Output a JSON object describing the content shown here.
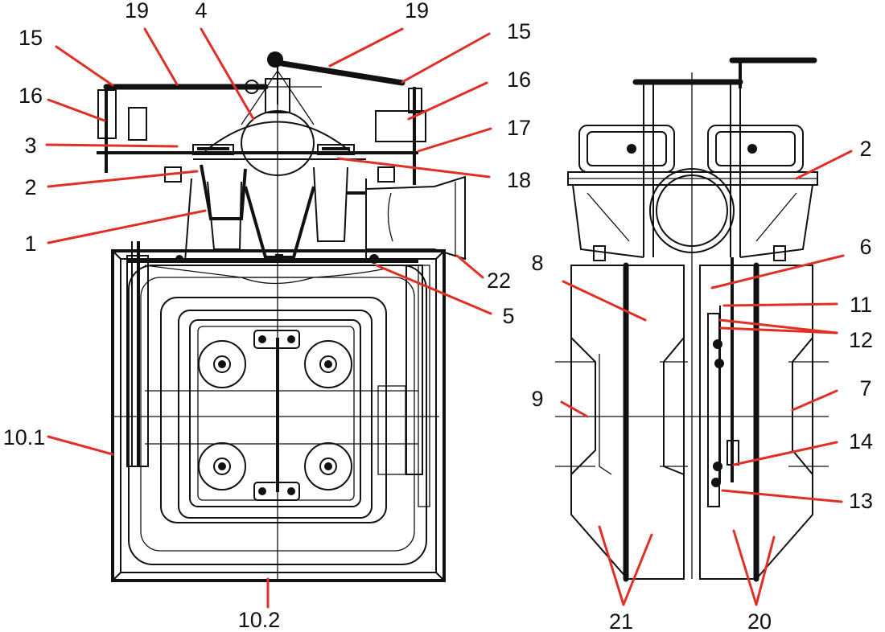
{
  "labels": {
    "l19a": "19",
    "l4": "4",
    "l19b": "19",
    "l15a": "15",
    "l15b": "15",
    "l16a": "16",
    "l16b": "16",
    "l17": "17",
    "l3": "3",
    "l2a": "2",
    "l18": "18",
    "l1": "1",
    "l22": "22",
    "l5": "5",
    "l10_1": "10.1",
    "l10_2": "10.2",
    "l2b": "2",
    "l8": "8",
    "l6": "6",
    "l11": "11",
    "l12": "12",
    "l9": "9",
    "l7": "7",
    "l14": "14",
    "l13": "13",
    "l21": "21",
    "l20": "20"
  },
  "colors": {
    "leader": "#e03025",
    "drawing": "#111111"
  }
}
